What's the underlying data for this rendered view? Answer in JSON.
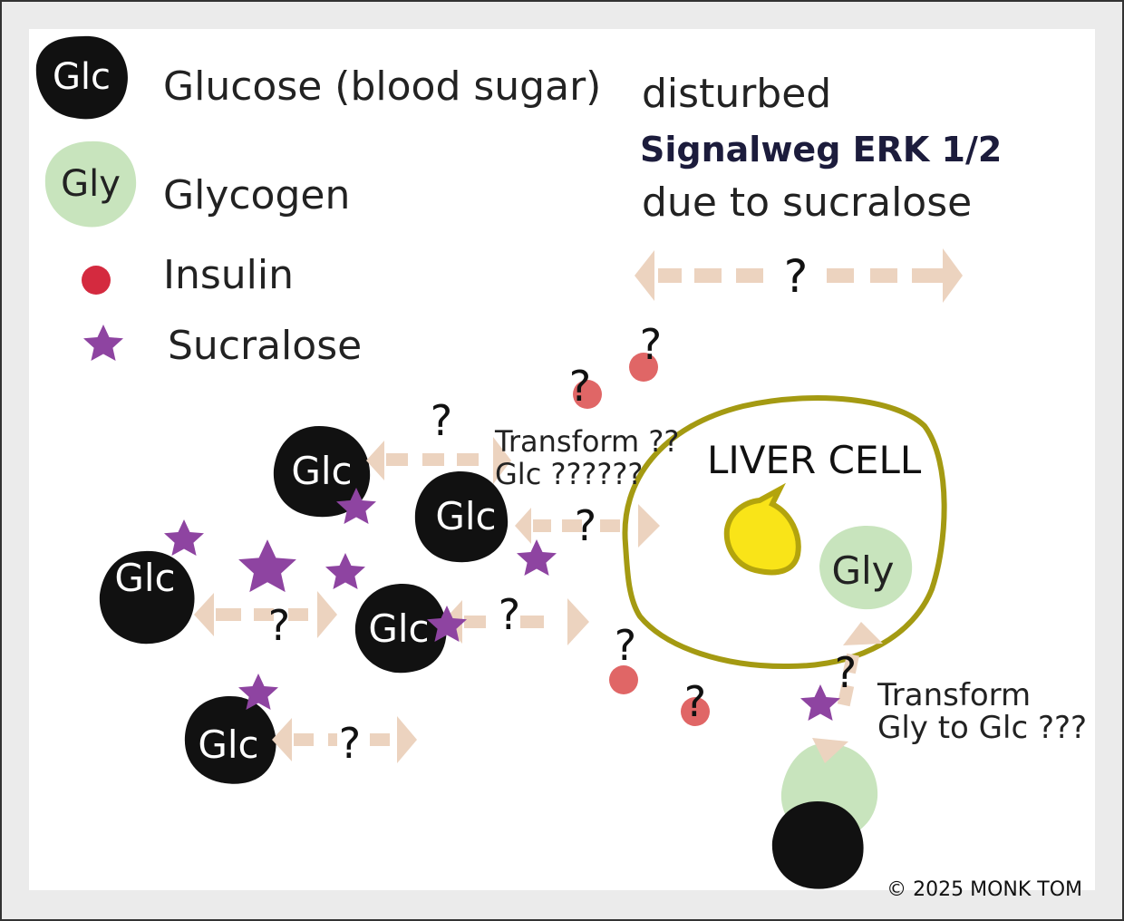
{
  "legend": {
    "glucose_symbol": "Glc",
    "glucose_label": "Glucose (blood sugar)",
    "glycogen_symbol": "Gly",
    "glycogen_label": "Glycogen",
    "insulin_label": "Insulin",
    "sucralose_label": "Sucralose"
  },
  "header": {
    "line1": "disturbed",
    "line2": "Signalweg ERK 1/2",
    "line3": "due to sucralose"
  },
  "question_mark": "?",
  "glucose_symbol": "Glc",
  "transform_glc": {
    "line1": "Transform ??",
    "line2": "Glc ??????"
  },
  "liver_cell_label": "LIVER CELL",
  "glycogen_symbol": "Gly",
  "transform_gly": {
    "line1": "Transform",
    "line2": "Gly to Glc ???"
  },
  "copyright": "© 2025 MONK TOM",
  "colors": {
    "glucose": "#111111",
    "glycogen": "#c8e4bd",
    "insulin_legend": "#d42a3f",
    "insulin": "#e06666",
    "sucralose": "#8e44a1",
    "arrow": "#ecd3bf",
    "cell_outline": "#a49a12",
    "nucleus": "#f9e418",
    "nucleus_outline": "#b3a40d",
    "header_bold": "#1c1c3c"
  }
}
